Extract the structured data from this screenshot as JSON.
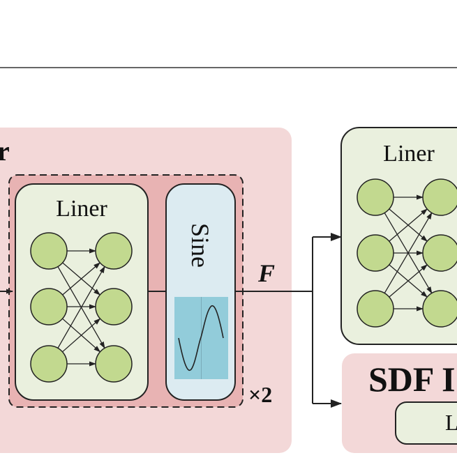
{
  "encoder": {
    "title_fragment": "r",
    "repeat_label": "×2",
    "liner_block": {
      "label": "Liner"
    },
    "sine_block": {
      "label": "Sine"
    }
  },
  "connector": {
    "feature_label": "F"
  },
  "right_liner_block": {
    "label": "Liner"
  },
  "sdf_block": {
    "title_fragment": "SDF I",
    "inner_label_fragment": "L"
  },
  "colors": {
    "block_pink": "#f3d8d8",
    "dashed_group_pink": "#e8b3b3",
    "liner_fill": "#eaf0de",
    "neuron_fill": "#c2d98f",
    "sine_fill": "#dcebf1",
    "sine_plot": "#92ccda",
    "stroke": "#222222",
    "divider": "#666666"
  },
  "icons": [
    "neuron-icon",
    "sine-wave-icon",
    "arrow-icon"
  ]
}
